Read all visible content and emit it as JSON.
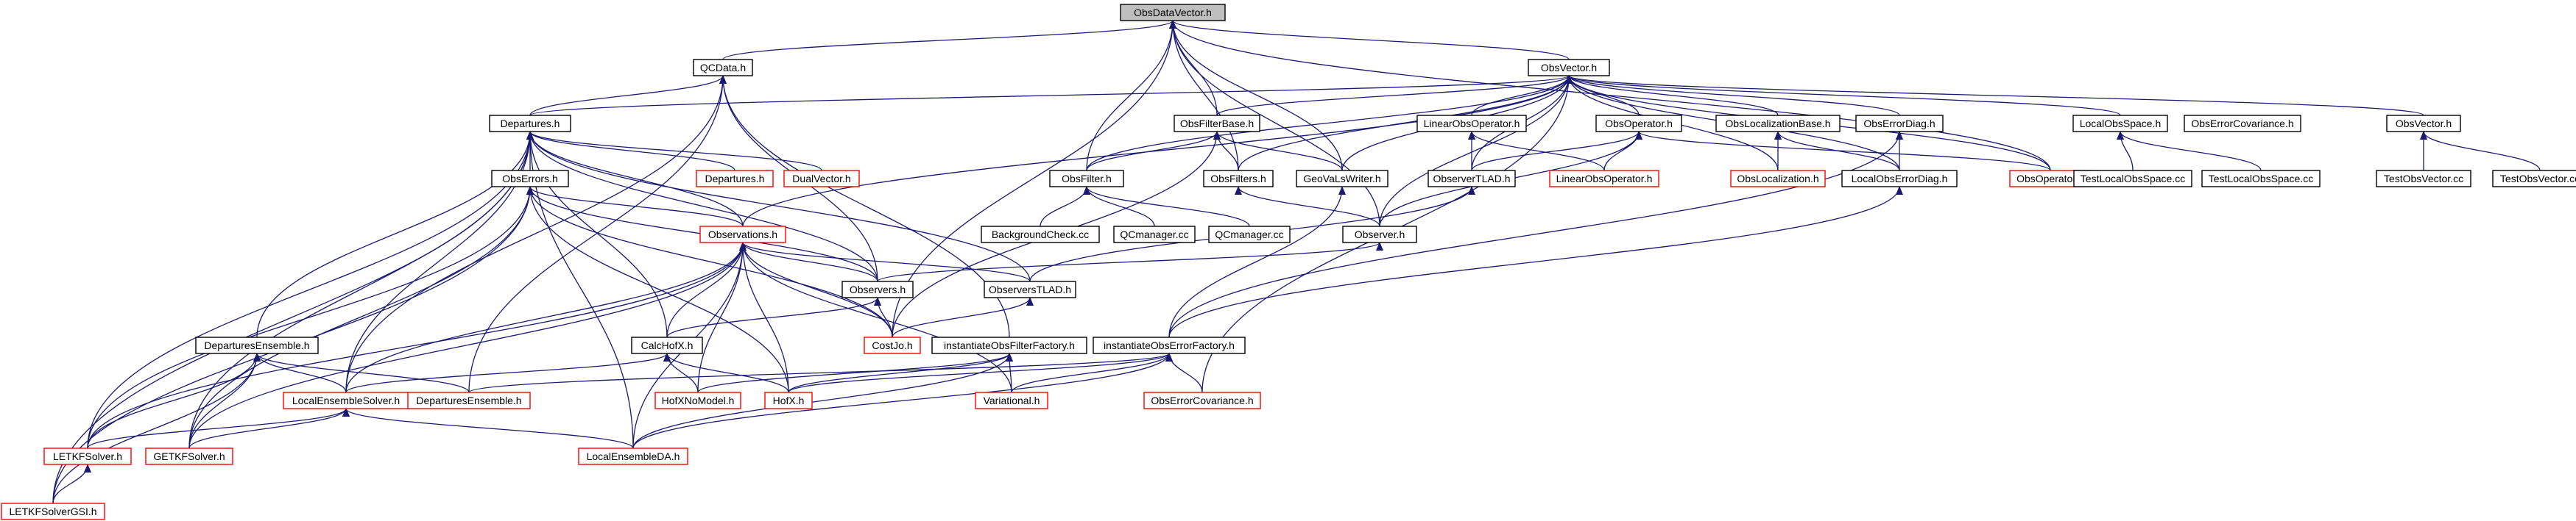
{
  "diagram": {
    "title": "",
    "colors": {
      "edge": "#191970",
      "root_fill": "#bfbfbf",
      "normal_border": "#000000",
      "red_border": "#ff0000"
    },
    "nodes": [
      {
        "id": "root",
        "label": "ObsDataVector.h",
        "style": "root"
      },
      {
        "id": "qcdata",
        "label": "QCData.h",
        "style": "black"
      },
      {
        "id": "obsvector",
        "label": "ObsVector.h",
        "style": "black"
      },
      {
        "id": "departures",
        "label": "Departures.h",
        "style": "black"
      },
      {
        "id": "obsfilterbase",
        "label": "ObsFilterBase.h",
        "style": "black"
      },
      {
        "id": "linearobsop",
        "label": "LinearObsOperator.h",
        "style": "black"
      },
      {
        "id": "obsoperator",
        "label": "ObsOperator.h",
        "style": "black"
      },
      {
        "id": "obslocbase",
        "label": "ObsLocalizationBase.h",
        "style": "black"
      },
      {
        "id": "obserrordiag",
        "label": "ObsErrorDiag.h",
        "style": "black"
      },
      {
        "id": "localobsspace",
        "label": "LocalObsSpace.h",
        "style": "black"
      },
      {
        "id": "obserrorcov_black",
        "label": "ObsErrorCovariance.h",
        "style": "black"
      },
      {
        "id": "obsvector2",
        "label": "ObsVector.h",
        "style": "black"
      },
      {
        "id": "obserrors",
        "label": "ObsErrors.h",
        "style": "black"
      },
      {
        "id": "departures_red",
        "label": "Departures.h",
        "style": "red"
      },
      {
        "id": "dualvector",
        "label": "DualVector.h",
        "style": "red"
      },
      {
        "id": "obsfilter",
        "label": "ObsFilter.h",
        "style": "black"
      },
      {
        "id": "obsfilters",
        "label": "ObsFilters.h",
        "style": "black"
      },
      {
        "id": "geovalswriter",
        "label": "GeoVaLsWriter.h",
        "style": "black"
      },
      {
        "id": "observertlad",
        "label": "ObserverTLAD.h",
        "style": "black"
      },
      {
        "id": "linearobsop_red",
        "label": "LinearObsOperator.h",
        "style": "red"
      },
      {
        "id": "obslocalization",
        "label": "ObsLocalization.h",
        "style": "red"
      },
      {
        "id": "localobserrordiag",
        "label": "LocalObsErrorDiag.h",
        "style": "black"
      },
      {
        "id": "obsoperator_red",
        "label": "ObsOperator.h",
        "style": "red"
      },
      {
        "id": "testlocalobsspace1",
        "label": "TestLocalObsSpace.cc",
        "style": "black"
      },
      {
        "id": "testlocalobsspace2",
        "label": "TestLocalObsSpace.cc",
        "style": "black"
      },
      {
        "id": "testobsvector1",
        "label": "TestObsVector.cc",
        "style": "black"
      },
      {
        "id": "testobsvector2",
        "label": "TestObsVector.cc",
        "style": "black"
      },
      {
        "id": "backgroundcheck",
        "label": "BackgroundCheck.cc",
        "style": "black"
      },
      {
        "id": "qcmanager1",
        "label": "QCmanager.cc",
        "style": "black"
      },
      {
        "id": "qcmanager2",
        "label": "QCmanager.cc",
        "style": "black"
      },
      {
        "id": "observer",
        "label": "Observer.h",
        "style": "black"
      },
      {
        "id": "observations",
        "label": "Observations.h",
        "style": "red"
      },
      {
        "id": "observers",
        "label": "Observers.h",
        "style": "black"
      },
      {
        "id": "observerstlad",
        "label": "ObserversTLAD.h",
        "style": "black"
      },
      {
        "id": "departuresensemble",
        "label": "DeparturesEnsemble.h",
        "style": "black"
      },
      {
        "id": "calchofx",
        "label": "CalcHofX.h",
        "style": "black"
      },
      {
        "id": "costjo",
        "label": "CostJo.h",
        "style": "red"
      },
      {
        "id": "instobsfilterfactory",
        "label": "instantiateObsFilterFactory.h",
        "style": "black"
      },
      {
        "id": "instobserrorfactory",
        "label": "instantiateObsErrorFactory.h",
        "style": "black"
      },
      {
        "id": "localensemblesolver",
        "label": "LocalEnsembleSolver.h",
        "style": "red"
      },
      {
        "id": "departuresensemble_red",
        "label": "DeparturesEnsemble.h",
        "style": "red"
      },
      {
        "id": "hofxnomodel",
        "label": "HofXNoModel.h",
        "style": "red"
      },
      {
        "id": "hofx",
        "label": "HofX.h",
        "style": "red"
      },
      {
        "id": "variational",
        "label": "Variational.h",
        "style": "red"
      },
      {
        "id": "obserrorcov_red",
        "label": "ObsErrorCovariance.h",
        "style": "red"
      },
      {
        "id": "letkfsolver",
        "label": "LETKFSolver.h",
        "style": "red"
      },
      {
        "id": "getkfsolver",
        "label": "GETKFSolver.h",
        "style": "red"
      },
      {
        "id": "localensembleda",
        "label": "LocalEnsembleDA.h",
        "style": "red"
      },
      {
        "id": "letkfsolvergsi",
        "label": "LETKFSolverGSI.h",
        "style": "red"
      }
    ],
    "edges": [
      [
        "qcdata",
        "root"
      ],
      [
        "obsvector",
        "root"
      ],
      [
        "obsfilterbase",
        "root"
      ],
      [
        "obsfilter",
        "root"
      ],
      [
        "obsfilters",
        "root"
      ],
      [
        "geovalswriter",
        "root"
      ],
      [
        "observer",
        "root"
      ],
      [
        "costjo",
        "root"
      ],
      [
        "obsoperator_red",
        "root"
      ],
      [
        "departures",
        "qcdata"
      ],
      [
        "observers",
        "qcdata"
      ],
      [
        "instobsfilterfactory",
        "qcdata"
      ],
      [
        "localensemblesolver",
        "qcdata"
      ],
      [
        "departuresensemble_red",
        "qcdata"
      ],
      [
        "departures",
        "obsvector"
      ],
      [
        "obsfilterbase",
        "obsvector"
      ],
      [
        "linearobsop",
        "obsvector"
      ],
      [
        "obsoperator",
        "obsvector"
      ],
      [
        "obslocbase",
        "obsvector"
      ],
      [
        "obserrordiag",
        "obsvector"
      ],
      [
        "localobsspace",
        "obsvector"
      ],
      [
        "obsvector2",
        "obsvector"
      ],
      [
        "obsfilter",
        "obsvector"
      ],
      [
        "obsfilters",
        "obsvector"
      ],
      [
        "geovalswriter",
        "obsvector"
      ],
      [
        "observertlad",
        "obsvector"
      ],
      [
        "obslocalization",
        "obsvector"
      ],
      [
        "localobserrordiag",
        "obsvector"
      ],
      [
        "obsoperator_red",
        "obsvector"
      ],
      [
        "observer",
        "obsvector"
      ],
      [
        "observations",
        "obsvector"
      ],
      [
        "obserrorcov_red",
        "obsvector"
      ],
      [
        "obserrors",
        "departures"
      ],
      [
        "departures_red",
        "departures"
      ],
      [
        "dualvector",
        "departures"
      ],
      [
        "observations",
        "departures"
      ],
      [
        "observers",
        "departures"
      ],
      [
        "observerstlad",
        "departures"
      ],
      [
        "departuresensemble",
        "departures"
      ],
      [
        "calchofx",
        "departures"
      ],
      [
        "localensemblesolver",
        "departures"
      ],
      [
        "letkfsolver",
        "departures"
      ],
      [
        "getkfsolver",
        "departures"
      ],
      [
        "localensembleda",
        "departures"
      ],
      [
        "letkfsolvergsi",
        "departures"
      ],
      [
        "observations",
        "obserrors"
      ],
      [
        "observers",
        "obserrors"
      ],
      [
        "costjo",
        "obserrors"
      ],
      [
        "hofx",
        "obserrors"
      ],
      [
        "letkfsolver",
        "obserrors"
      ],
      [
        "getkfsolver",
        "obserrors"
      ],
      [
        "letkfsolvergsi",
        "obserrors"
      ],
      [
        "obsfilter",
        "obsfilterbase"
      ],
      [
        "obsfilters",
        "obsfilterbase"
      ],
      [
        "geovalswriter",
        "obsfilterbase"
      ],
      [
        "costjo",
        "obsfilterbase"
      ],
      [
        "backgroundcheck",
        "obsfilter"
      ],
      [
        "qcmanager1",
        "obsfilter"
      ],
      [
        "qcmanager2",
        "obsfilter"
      ],
      [
        "observer",
        "obsfilters"
      ],
      [
        "observertlad",
        "linearobsop"
      ],
      [
        "linearobsop_red",
        "linearobsop"
      ],
      [
        "observertlad",
        "obsoperator"
      ],
      [
        "linearobsop_red",
        "obsoperator"
      ],
      [
        "observer",
        "obsoperator"
      ],
      [
        "obsoperator_red",
        "obsoperator"
      ],
      [
        "obslocalization",
        "obslocbase"
      ],
      [
        "localobserrordiag",
        "obslocbase"
      ],
      [
        "localobserrordiag",
        "obserrordiag"
      ],
      [
        "instobserrorfactory",
        "obserrordiag"
      ],
      [
        "testlocalobsspace1",
        "localobsspace"
      ],
      [
        "testlocalobsspace2",
        "localobsspace"
      ],
      [
        "testobsvector1",
        "obsvector2"
      ],
      [
        "testobsvector2",
        "obsvector2"
      ],
      [
        "observers",
        "observer"
      ],
      [
        "observerstlad",
        "observertlad"
      ],
      [
        "instobserrorfactory",
        "localobserrordiag"
      ],
      [
        "instobserrorfactory",
        "geovalswriter"
      ],
      [
        "observers",
        "observations"
      ],
      [
        "observerstlad",
        "observations"
      ],
      [
        "calchofx",
        "observations"
      ],
      [
        "costjo",
        "observations"
      ],
      [
        "hofx",
        "observations"
      ],
      [
        "hofxnomodel",
        "observations"
      ],
      [
        "variational",
        "observations"
      ],
      [
        "localensemblesolver",
        "observations"
      ],
      [
        "letkfsolver",
        "observations"
      ],
      [
        "getkfsolver",
        "observations"
      ],
      [
        "localensembleda",
        "observations"
      ],
      [
        "costjo",
        "observers"
      ],
      [
        "calchofx",
        "observers"
      ],
      [
        "costjo",
        "observerstlad"
      ],
      [
        "localensemblesolver",
        "departuresensemble"
      ],
      [
        "departuresensemble_red",
        "departuresensemble"
      ],
      [
        "letkfsolver",
        "departuresensemble"
      ],
      [
        "getkfsolver",
        "departuresensemble"
      ],
      [
        "letkfsolvergsi",
        "departuresensemble"
      ],
      [
        "hofxnomodel",
        "calchofx"
      ],
      [
        "hofx",
        "calchofx"
      ],
      [
        "localensemblesolver",
        "calchofx"
      ],
      [
        "hofx",
        "instobsfilterfactory"
      ],
      [
        "hofxnomodel",
        "instobsfilterfactory"
      ],
      [
        "variational",
        "instobsfilterfactory"
      ],
      [
        "localensembleda",
        "instobsfilterfactory"
      ],
      [
        "hofx",
        "instobserrorfactory"
      ],
      [
        "variational",
        "instobserrorfactory"
      ],
      [
        "obserrorcov_red",
        "instobserrorfactory"
      ],
      [
        "localensembleda",
        "instobserrorfactory"
      ],
      [
        "departuresensemble_red",
        "instobserrorfactory"
      ],
      [
        "letkfsolver",
        "localensemblesolver"
      ],
      [
        "getkfsolver",
        "localensemblesolver"
      ],
      [
        "localensembleda",
        "localensemblesolver"
      ],
      [
        "letkfsolvergsi",
        "letkfsolver"
      ]
    ]
  }
}
